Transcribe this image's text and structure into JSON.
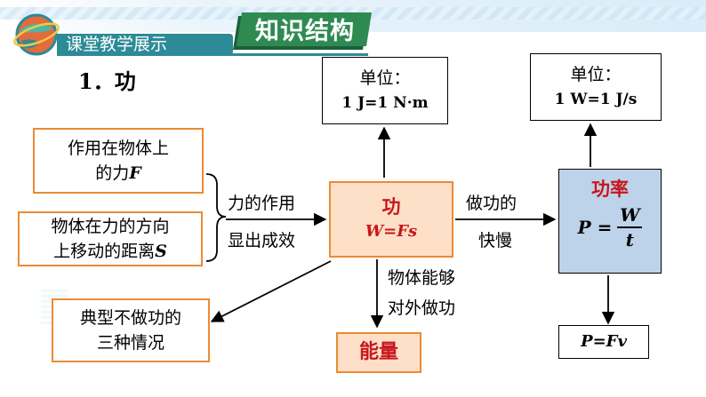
{
  "header": {
    "section_title": "课堂教学展示",
    "keyword": "知识结构"
  },
  "heading": "1．功",
  "unit_left": {
    "line1": "单位：",
    "line2": "1 J=1 N·m"
  },
  "unit_right": {
    "line1": "单位：",
    "line2": "1 W=1 J/s"
  },
  "cause_force": {
    "line1": "作用在物体上",
    "line2": "的力",
    "symbol": "F"
  },
  "cause_distance": {
    "line1": "物体在力的方向",
    "line2": "上移动的距离",
    "symbol": "S"
  },
  "label_force_effect": {
    "line1": "力的作用",
    "line2": "显出成效"
  },
  "work_box": {
    "title": "功",
    "formula": "W=Fs"
  },
  "label_speed": {
    "line1": "做功的",
    "line2": "快慢"
  },
  "power_box": {
    "title": "功率",
    "lhs": "P =",
    "numerator": "W",
    "denominator": "t"
  },
  "label_energy": {
    "line1": "物体能够",
    "line2": "对外做功"
  },
  "no_work_box": {
    "line1": "典型不做功的",
    "line2": "三种情况"
  },
  "energy_box": {
    "title": "能量"
  },
  "pfv_box": {
    "formula": "P=Fv"
  },
  "colors": {
    "accent_orange": "#ec8a35",
    "title_red": "#c8161d",
    "teal": "#2d8a97",
    "power_fill": "#bdd3ea"
  }
}
